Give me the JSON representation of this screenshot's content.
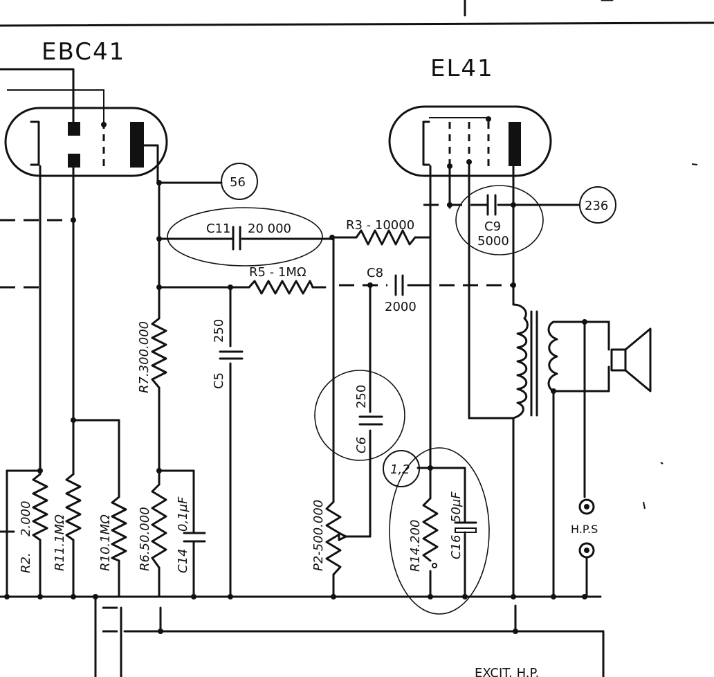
{
  "tubes": {
    "ebc41": "EBC41",
    "el41": "EL41"
  },
  "test_points": {
    "tp56": "56",
    "tp236": "236",
    "tp12": "1,2"
  },
  "components": {
    "c11": {
      "ref": "C11",
      "value": "20 000"
    },
    "r3": {
      "label": "R3 - 10000"
    },
    "c9": {
      "ref": "C9",
      "value": "5000"
    },
    "r5": {
      "label": "R5 - 1MΩ"
    },
    "c8": {
      "ref": "C8",
      "value": "2000"
    },
    "c5": {
      "ref": "C5",
      "value": "250"
    },
    "r7": {
      "label": "R7.300.000"
    },
    "c6": {
      "ref": "C6",
      "value": "250"
    },
    "r2": {
      "ref": "R2.",
      "value": "2.000"
    },
    "r11": {
      "label": "R11.1MΩ"
    },
    "r10": {
      "label": "R10.1MΩ"
    },
    "r6": {
      "label": "R6.50.000"
    },
    "c14": {
      "ref": "C14",
      "value": "0,1µF"
    },
    "p2": {
      "label": "P2-500.000"
    },
    "r14": {
      "label": "R14.200"
    },
    "c16": {
      "ref": "C16",
      "value": "50µF"
    }
  },
  "connectors": {
    "hps": "H.P.S",
    "excit": "EXCIT. H.P."
  }
}
